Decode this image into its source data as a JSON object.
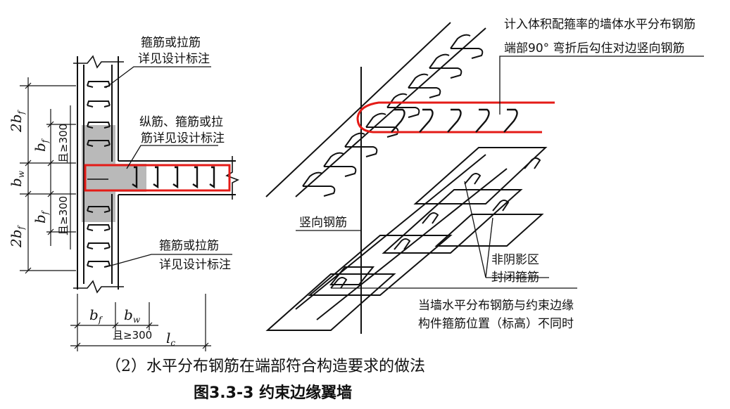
{
  "labels": {
    "stirrup_top_1": "箍筋或拉筋",
    "stirrup_top_2": "详见设计标注",
    "longitudinal_1": "纵筋、箍筋或拉",
    "longitudinal_2": "筋详见设计标注",
    "stirrup_bottom_1": "箍筋或拉筋",
    "stirrup_bottom_2": "详见设计标注",
    "horizontal_note_1": "计入体积配箍率的墙体水平分布钢筋",
    "horizontal_note_2": "端部90° 弯折后勾住对边竖向钢筋",
    "vertical_bar": "竖向钢筋",
    "non_shadow_1": "非阴影区",
    "non_shadow_2": "封闭箍筋",
    "position_note_1": "当墙水平分布钢筋与约束边缘",
    "position_note_2": "构件箍筋位置（标高）不同时"
  },
  "dimensions": {
    "two_bf": "2b",
    "bf": "b",
    "bw": "b",
    "lc": "l",
    "sub_f": "f",
    "sub_w": "w",
    "sub_c": "c",
    "min_300": "且≥300"
  },
  "caption": "（2）水平分布钢筋在端部符合构造要求的做法",
  "figure_title": "图3.3-3  约束边缘翼墙",
  "colors": {
    "rebar_highlight": "#e41b17",
    "shade": "#b9b9b9",
    "line": "#111111"
  }
}
